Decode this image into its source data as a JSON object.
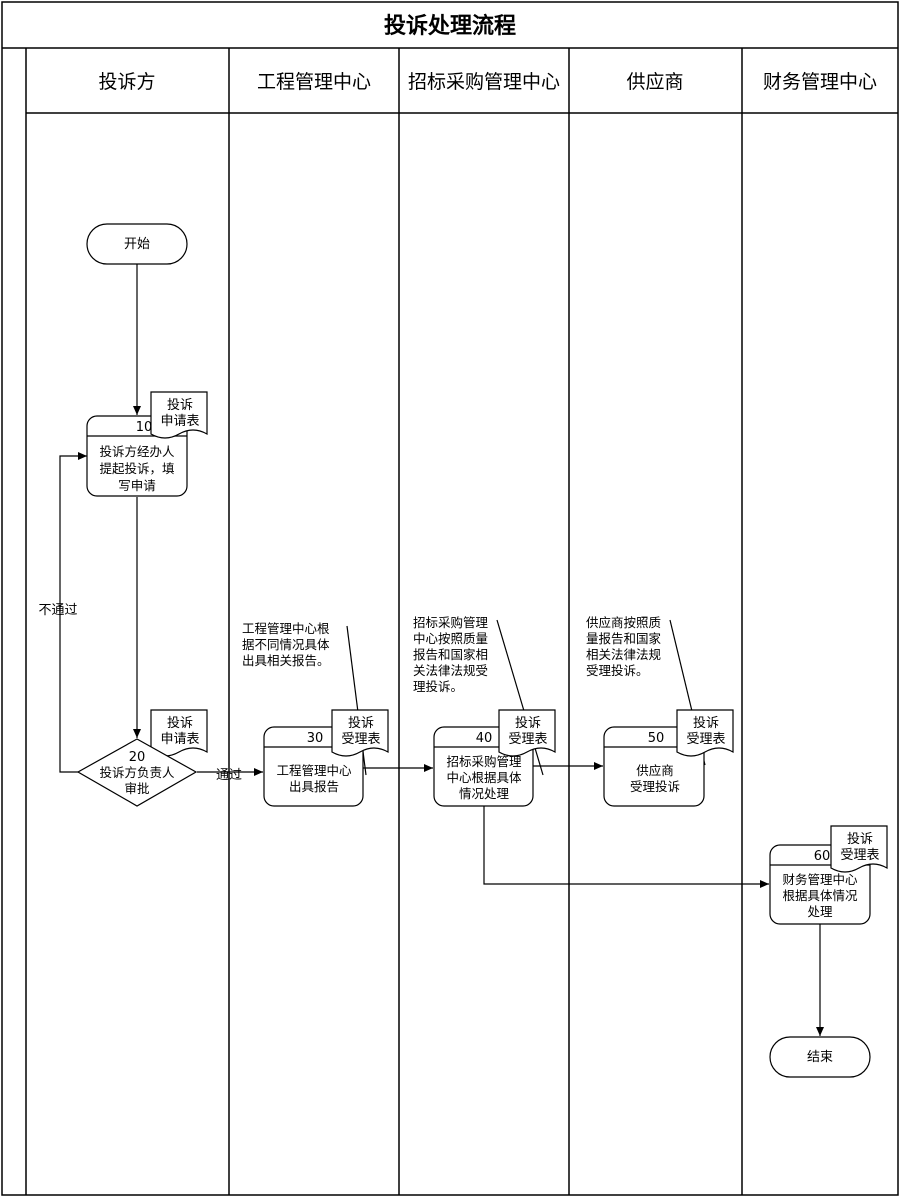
{
  "title": "投诉处理流程",
  "lanes": [
    "投诉方",
    "工程管理中心",
    "招标采购管理中心",
    "供应商",
    "财务管理中心"
  ],
  "nodes": {
    "start": "开始",
    "end": "结束",
    "step10": {
      "num": "10",
      "lines": [
        "投诉方经办人",
        "提起投诉，填",
        "写申请"
      ],
      "doc": [
        "投诉",
        "申请表"
      ]
    },
    "step20": {
      "num": "20",
      "lines": [
        "投诉方负责人",
        "审批"
      ],
      "doc": [
        "投诉",
        "申请表"
      ]
    },
    "step30": {
      "num": "30",
      "lines": [
        "工程管理中心",
        "出具报告"
      ],
      "doc": [
        "投诉",
        "受理表"
      ]
    },
    "step40": {
      "num": "40",
      "lines": [
        "招标采购管理",
        "中心根据具体",
        "情况处理"
      ],
      "doc": [
        "投诉",
        "受理表"
      ]
    },
    "step50": {
      "num": "50",
      "lines": [
        "供应商",
        "受理投诉"
      ],
      "doc": [
        "投诉",
        "受理表"
      ]
    },
    "step60": {
      "num": "60",
      "lines": [
        "财务管理中心",
        "根据具体情况",
        "处理"
      ],
      "doc": [
        "投诉",
        "受理表"
      ]
    }
  },
  "annotations": {
    "a30": [
      "工程管理中心根",
      "据不同情况具体",
      "出具相关报告。"
    ],
    "a40": [
      "招标采购管理",
      "中心按照质量",
      "报告和国家相",
      "关法律法规受",
      "理投诉。"
    ],
    "a50": [
      "供应商按照质",
      "量报告和国家",
      "相关法律法规",
      "受理投诉。"
    ]
  },
  "edges": {
    "fail": "不通过",
    "pass": "通过"
  }
}
